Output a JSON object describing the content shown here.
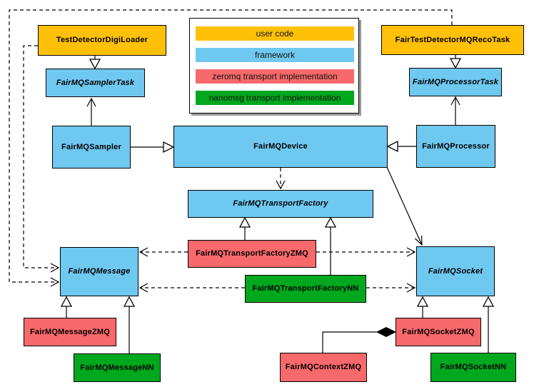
{
  "colors": {
    "user_code": "#FFC107",
    "framework": "#6FC8F0",
    "zeromq": "#F8696B",
    "nanomsg": "#00A81E",
    "line": "#000000",
    "background": "#FFFFFF"
  },
  "legend": {
    "items": [
      {
        "label": "user code",
        "category": "user_code"
      },
      {
        "label": "framework",
        "category": "framework"
      },
      {
        "label": "zeromq transport implementation",
        "category": "zeromq"
      },
      {
        "label": "nanomsg transport implementation",
        "category": "nanomsg"
      }
    ]
  },
  "nodes": {
    "test_detector_digi_loader": {
      "label": "TestDetectorDigiLoader",
      "category": "user_code",
      "abstract": false
    },
    "fair_test_detector_mq_reco_task": {
      "label": "FairTestDetectorMQRecoTask",
      "category": "user_code",
      "abstract": false
    },
    "fairmq_sampler_task": {
      "label": "FairMQSamplerTask",
      "category": "framework",
      "abstract": true
    },
    "fairmq_processor_task": {
      "label": "FairMQProcessorTask",
      "category": "framework",
      "abstract": true
    },
    "fairmq_sampler": {
      "label": "FairMQSampler",
      "category": "framework",
      "abstract": false
    },
    "fairmq_device": {
      "label": "FairMQDevice",
      "category": "framework",
      "abstract": false
    },
    "fairmq_processor": {
      "label": "FairMQProcessor",
      "category": "framework",
      "abstract": false
    },
    "fairmq_transport_factory": {
      "label": "FairMQTransportFactory",
      "category": "framework",
      "abstract": true
    },
    "fairmq_transport_factory_zmq": {
      "label": "FairMQTransportFactoryZMQ",
      "category": "zeromq",
      "abstract": false
    },
    "fairmq_transport_factory_nn": {
      "label": "FairMQTransportFactoryNN",
      "category": "nanomsg",
      "abstract": false
    },
    "fairmq_message": {
      "label": "FairMQMessage",
      "category": "framework",
      "abstract": true
    },
    "fairmq_socket": {
      "label": "FairMQSocket",
      "category": "framework",
      "abstract": true
    },
    "fairmq_message_zmq": {
      "label": "FairMQMessageZMQ",
      "category": "zeromq",
      "abstract": false
    },
    "fairmq_message_nn": {
      "label": "FairMQMessageNN",
      "category": "nanomsg",
      "abstract": false
    },
    "fairmq_context_zmq": {
      "label": "FairMQContextZMQ",
      "category": "zeromq",
      "abstract": false
    },
    "fairmq_socket_zmq": {
      "label": "FairMQSocketZMQ",
      "category": "zeromq",
      "abstract": false
    },
    "fairmq_socket_nn": {
      "label": "FairMQSocketNN",
      "category": "nanomsg",
      "abstract": false
    }
  },
  "relationships": [
    {
      "from": "test_detector_digi_loader",
      "to": "fairmq_sampler_task",
      "type": "inheritance"
    },
    {
      "from": "fair_test_detector_mq_reco_task",
      "to": "fairmq_processor_task",
      "type": "inheritance"
    },
    {
      "from": "fairmq_sampler",
      "to": "fairmq_sampler_task",
      "type": "association"
    },
    {
      "from": "fairmq_processor",
      "to": "fairmq_processor_task",
      "type": "association"
    },
    {
      "from": "fairmq_sampler",
      "to": "fairmq_device",
      "type": "inheritance"
    },
    {
      "from": "fairmq_processor",
      "to": "fairmq_device",
      "type": "inheritance"
    },
    {
      "from": "fairmq_device",
      "to": "fairmq_transport_factory",
      "type": "dependency"
    },
    {
      "from": "fairmq_device",
      "to": "fairmq_socket",
      "type": "association"
    },
    {
      "from": "fairmq_transport_factory_zmq",
      "to": "fairmq_transport_factory",
      "type": "inheritance"
    },
    {
      "from": "fairmq_transport_factory_nn",
      "to": "fairmq_transport_factory",
      "type": "inheritance"
    },
    {
      "from": "fairmq_transport_factory_zmq",
      "to": "fairmq_message",
      "type": "dependency"
    },
    {
      "from": "fairmq_transport_factory_zmq",
      "to": "fairmq_socket",
      "type": "dependency"
    },
    {
      "from": "fairmq_transport_factory_nn",
      "to": "fairmq_message",
      "type": "dependency"
    },
    {
      "from": "fairmq_transport_factory_nn",
      "to": "fairmq_socket",
      "type": "dependency"
    },
    {
      "from": "fairmq_message_zmq",
      "to": "fairmq_message",
      "type": "inheritance"
    },
    {
      "from": "fairmq_message_nn",
      "to": "fairmq_message",
      "type": "inheritance"
    },
    {
      "from": "fairmq_socket_zmq",
      "to": "fairmq_socket",
      "type": "inheritance"
    },
    {
      "from": "fairmq_socket_nn",
      "to": "fairmq_socket",
      "type": "inheritance"
    },
    {
      "from": "fairmq_context_zmq",
      "to": "fairmq_socket_zmq",
      "type": "composition"
    },
    {
      "from": "test_detector_digi_loader",
      "to": "fairmq_message",
      "type": "dependency"
    },
    {
      "from": "fair_test_detector_mq_reco_task",
      "to": "fairmq_message",
      "type": "dependency"
    }
  ]
}
